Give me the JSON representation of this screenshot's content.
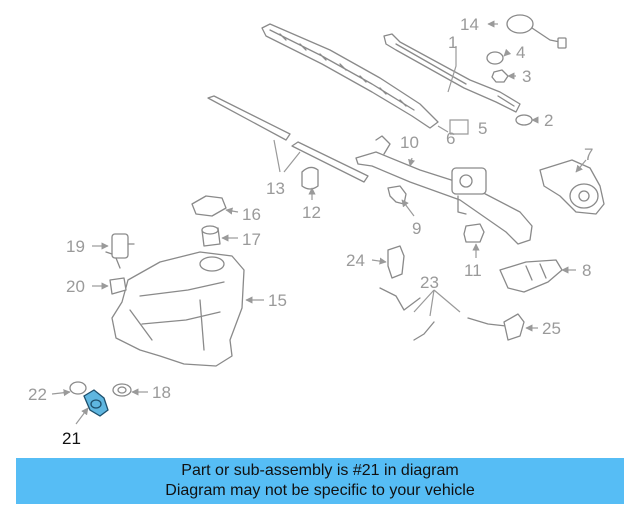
{
  "diagram": {
    "highlighted_part": "21",
    "callouts": {
      "c1": "1",
      "c2": "2",
      "c3": "3",
      "c4": "4",
      "c5": "5",
      "c6": "6",
      "c7": "7",
      "c8": "8",
      "c9": "9",
      "c10": "10",
      "c11": "11",
      "c12": "12",
      "c13": "13",
      "c14": "14",
      "c15": "15",
      "c16": "16",
      "c17": "17",
      "c18": "18",
      "c19": "19",
      "c20": "20",
      "c21": "21",
      "c22": "22",
      "c23": "23",
      "c24": "24",
      "c25": "25"
    }
  },
  "banner": {
    "line1": "Part or sub-assembly is #21 in diagram",
    "line2": "Diagram may not be specific to your vehicle",
    "color": "#56bdf5"
  },
  "colors": {
    "highlight": "#5fb6e0",
    "linework": "#8a8a8a",
    "callout_text": "#9a9a9a"
  }
}
